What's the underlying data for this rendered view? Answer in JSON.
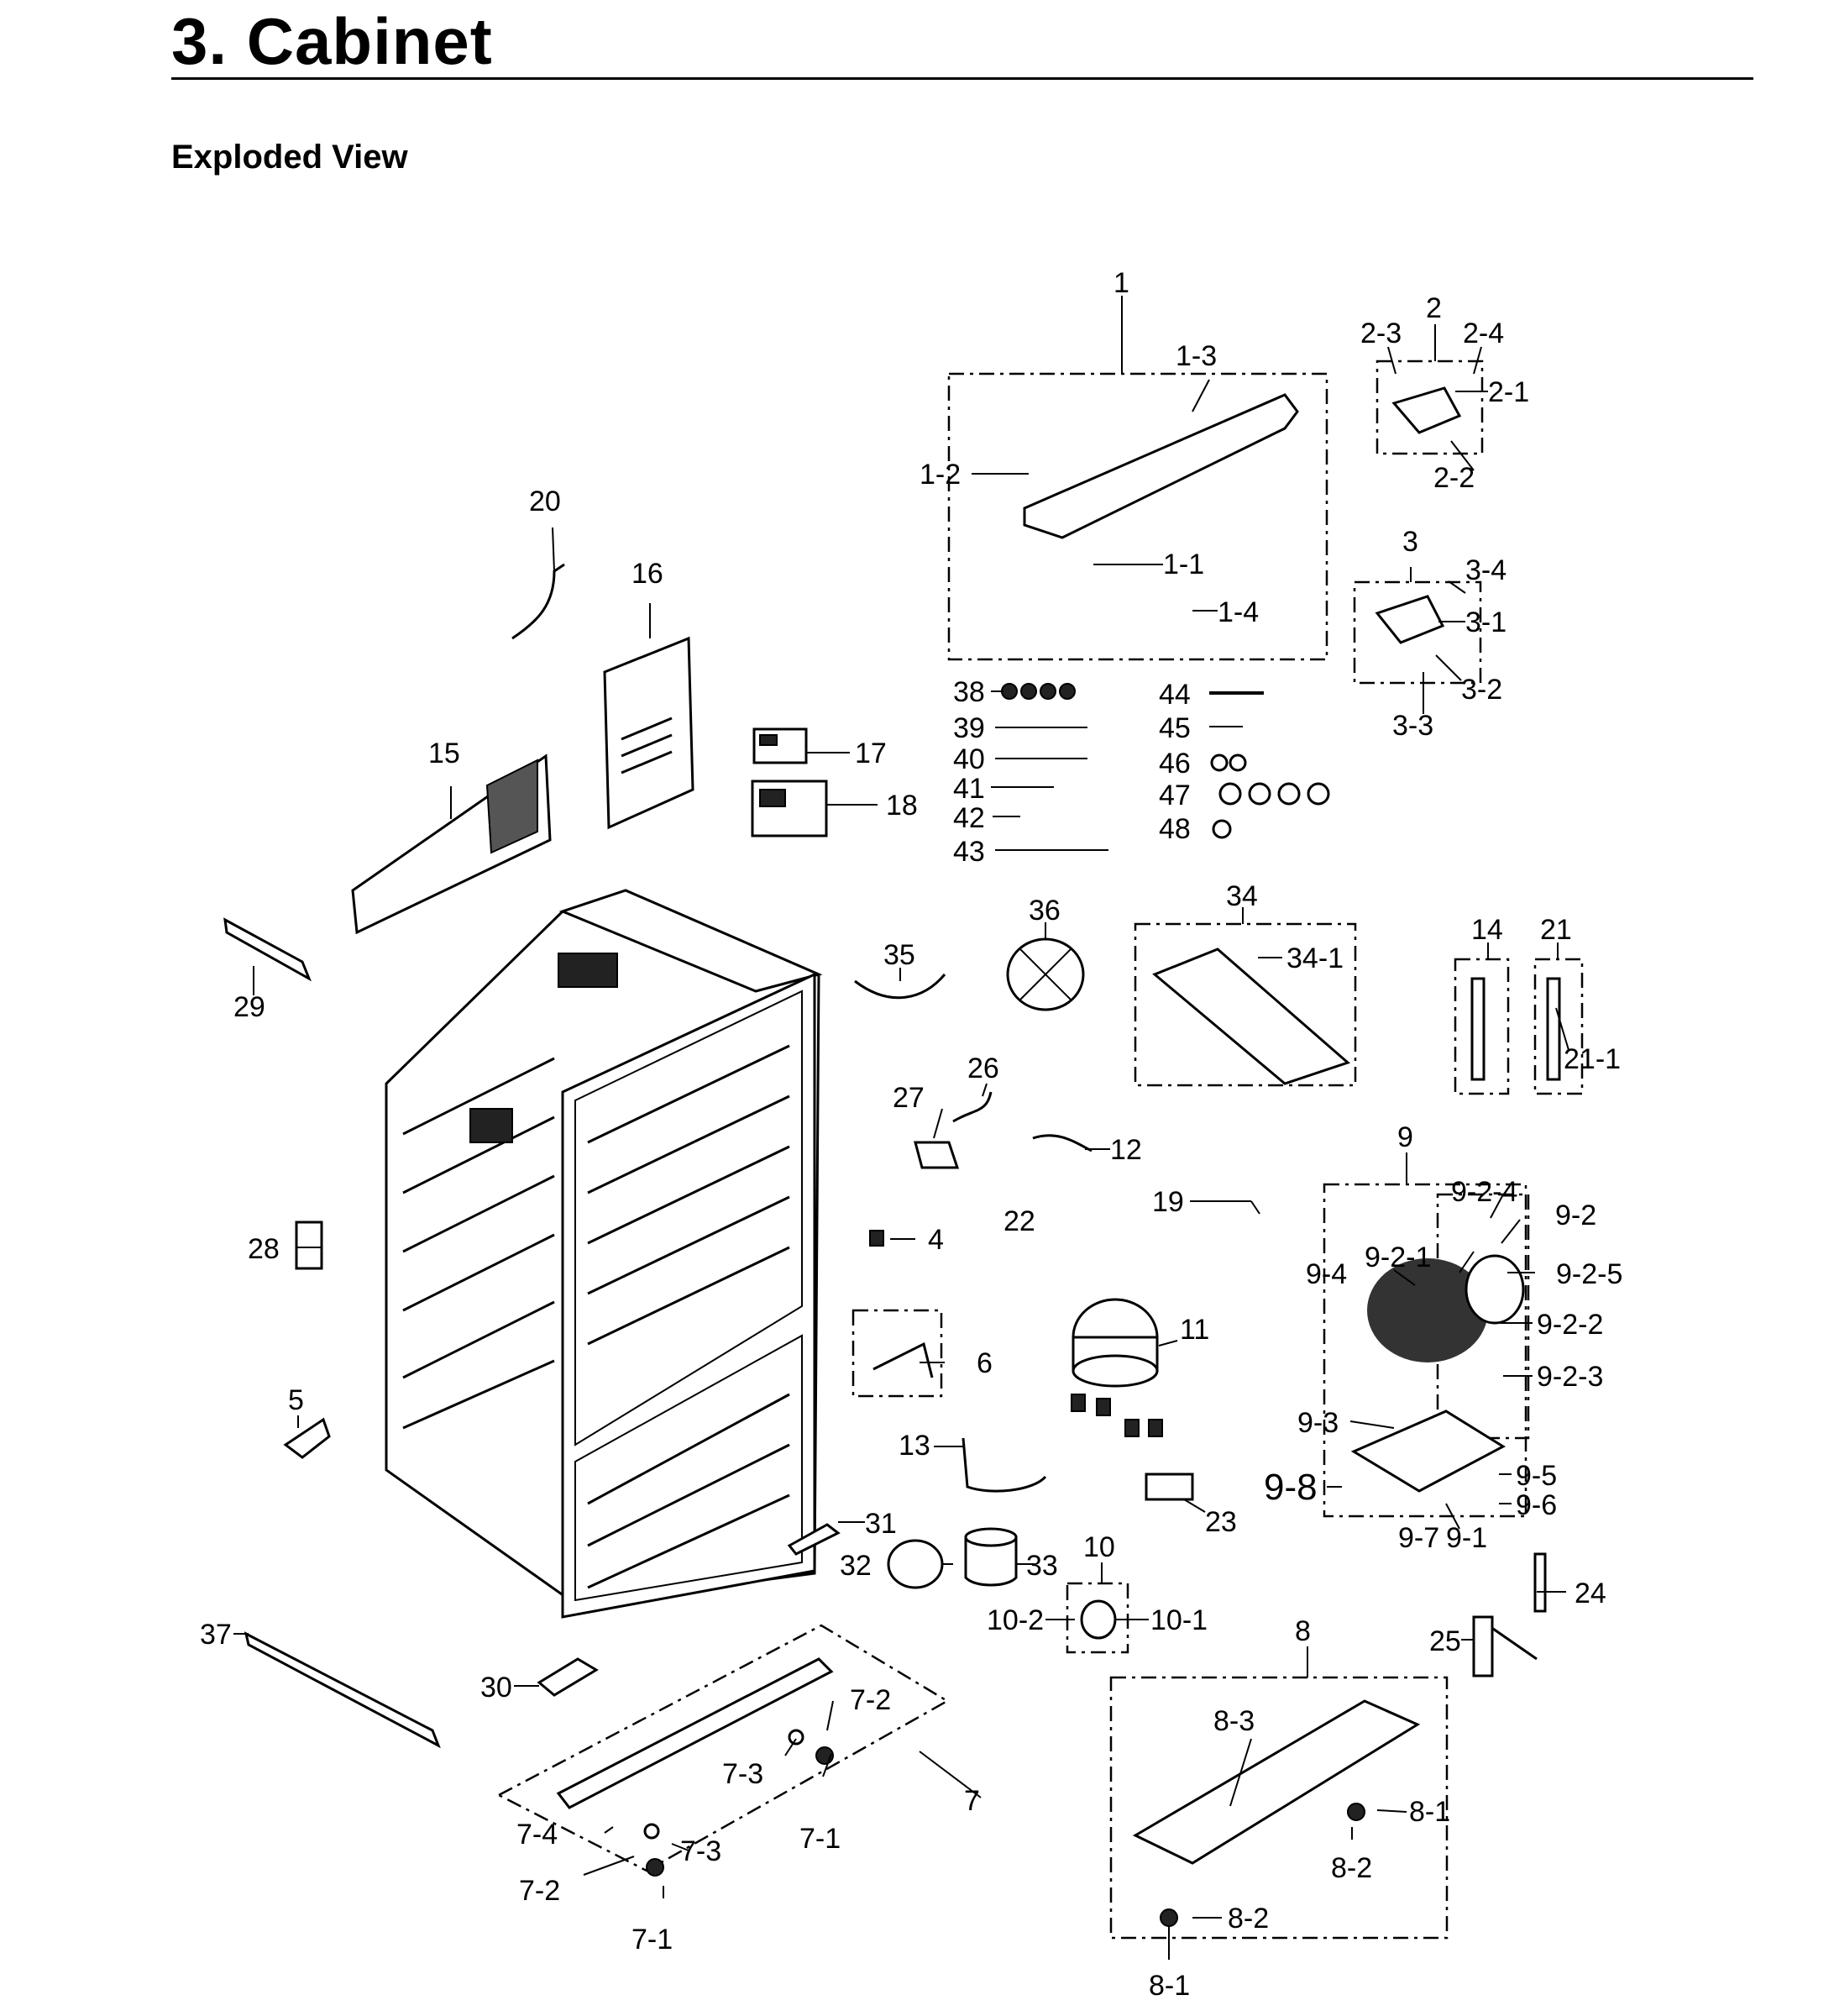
{
  "page": {
    "title": "3.  Cabinet",
    "subtitle": "Exploded View"
  },
  "callouts": [
    {
      "id": "c1",
      "text": "1"
    },
    {
      "id": "c1_1",
      "text": "1-1"
    },
    {
      "id": "c1_2",
      "text": "1-2"
    },
    {
      "id": "c1_3",
      "text": "1-3"
    },
    {
      "id": "c1_4",
      "text": "1-4"
    },
    {
      "id": "c2",
      "text": "2"
    },
    {
      "id": "c2_1",
      "text": "2-1"
    },
    {
      "id": "c2_2",
      "text": "2-2"
    },
    {
      "id": "c2_3",
      "text": "2-3"
    },
    {
      "id": "c2_4",
      "text": "2-4"
    },
    {
      "id": "c3",
      "text": "3"
    },
    {
      "id": "c3_1",
      "text": "3-1"
    },
    {
      "id": "c3_2",
      "text": "3-2"
    },
    {
      "id": "c3_3",
      "text": "3-3"
    },
    {
      "id": "c3_4",
      "text": "3-4"
    },
    {
      "id": "c4",
      "text": "4"
    },
    {
      "id": "c5",
      "text": "5"
    },
    {
      "id": "c6",
      "text": "6"
    },
    {
      "id": "c7",
      "text": "7"
    },
    {
      "id": "c7_1a",
      "text": "7-1"
    },
    {
      "id": "c7_1b",
      "text": "7-1"
    },
    {
      "id": "c7_2a",
      "text": "7-2"
    },
    {
      "id": "c7_2b",
      "text": "7-2"
    },
    {
      "id": "c7_3a",
      "text": "7-3"
    },
    {
      "id": "c7_3b",
      "text": "7-3"
    },
    {
      "id": "c7_4",
      "text": "7-4"
    },
    {
      "id": "c8",
      "text": "8"
    },
    {
      "id": "c8_1a",
      "text": "8-1"
    },
    {
      "id": "c8_1b",
      "text": "8-1"
    },
    {
      "id": "c8_2a",
      "text": "8-2"
    },
    {
      "id": "c8_2b",
      "text": "8-2"
    },
    {
      "id": "c8_3",
      "text": "8-3"
    },
    {
      "id": "c9",
      "text": "9"
    },
    {
      "id": "c9_1",
      "text": "9-1"
    },
    {
      "id": "c9_2",
      "text": "9-2"
    },
    {
      "id": "c9_2_1",
      "text": "9-2-1"
    },
    {
      "id": "c9_2_2",
      "text": "9-2-2"
    },
    {
      "id": "c9_2_3",
      "text": "9-2-3"
    },
    {
      "id": "c9_2_4",
      "text": "9-2-4"
    },
    {
      "id": "c9_2_5",
      "text": "9-2-5"
    },
    {
      "id": "c9_3",
      "text": "9-3"
    },
    {
      "id": "c9_4",
      "text": "9-4"
    },
    {
      "id": "c9_5",
      "text": "9-5"
    },
    {
      "id": "c9_6",
      "text": "9-6"
    },
    {
      "id": "c9_7",
      "text": "9-7"
    },
    {
      "id": "c9_8",
      "text": "9-8"
    },
    {
      "id": "c10",
      "text": "10"
    },
    {
      "id": "c10_1",
      "text": "10-1"
    },
    {
      "id": "c10_2",
      "text": "10-2"
    },
    {
      "id": "c11",
      "text": "11"
    },
    {
      "id": "c12",
      "text": "12"
    },
    {
      "id": "c13",
      "text": "13"
    },
    {
      "id": "c14",
      "text": "14"
    },
    {
      "id": "c15",
      "text": "15"
    },
    {
      "id": "c16",
      "text": "16"
    },
    {
      "id": "c17",
      "text": "17"
    },
    {
      "id": "c18",
      "text": "18"
    },
    {
      "id": "c19",
      "text": "19"
    },
    {
      "id": "c20",
      "text": "20"
    },
    {
      "id": "c21",
      "text": "21"
    },
    {
      "id": "c21_1",
      "text": "21-1"
    },
    {
      "id": "c22",
      "text": "22"
    },
    {
      "id": "c23",
      "text": "23"
    },
    {
      "id": "c24",
      "text": "24"
    },
    {
      "id": "c25",
      "text": "25"
    },
    {
      "id": "c26",
      "text": "26"
    },
    {
      "id": "c27",
      "text": "27"
    },
    {
      "id": "c28",
      "text": "28"
    },
    {
      "id": "c29",
      "text": "29"
    },
    {
      "id": "c30",
      "text": "30"
    },
    {
      "id": "c31",
      "text": "31"
    },
    {
      "id": "c32",
      "text": "32"
    },
    {
      "id": "c33",
      "text": "33"
    },
    {
      "id": "c34",
      "text": "34"
    },
    {
      "id": "c34_1",
      "text": "34-1"
    },
    {
      "id": "c35",
      "text": "35"
    },
    {
      "id": "c36",
      "text": "36"
    },
    {
      "id": "c37",
      "text": "37"
    },
    {
      "id": "c38",
      "text": "38"
    },
    {
      "id": "c39",
      "text": "39"
    },
    {
      "id": "c40",
      "text": "40"
    },
    {
      "id": "c41",
      "text": "41"
    },
    {
      "id": "c42",
      "text": "42"
    },
    {
      "id": "c43",
      "text": "43"
    },
    {
      "id": "c44",
      "text": "44"
    },
    {
      "id": "c45",
      "text": "45"
    },
    {
      "id": "c46",
      "text": "46"
    },
    {
      "id": "c47",
      "text": "47"
    },
    {
      "id": "c48",
      "text": "48"
    }
  ]
}
